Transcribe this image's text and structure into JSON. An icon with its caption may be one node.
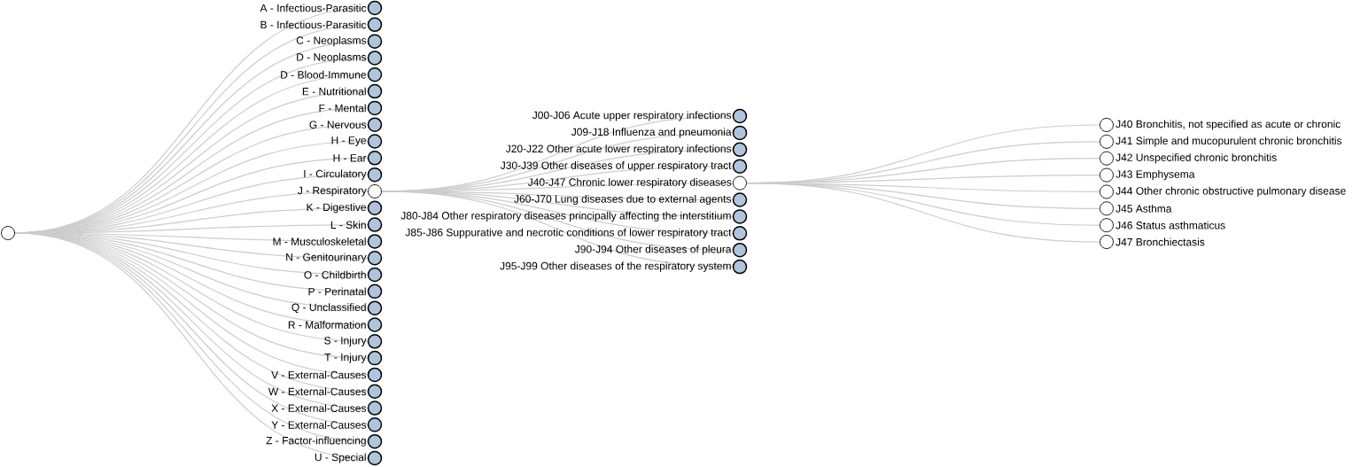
{
  "diagram": {
    "nodes": [
      {
        "text": [],
        "shape": "circle"
      },
      {
        "text": [
          "A - Infectious-Parasitic"
        ]
      },
      {
        "text": [
          "B - Infectious-Parasitic"
        ]
      },
      {
        "text": [
          "C - Neoplasms"
        ]
      },
      {
        "text": [
          "D - Neoplasms"
        ]
      },
      {
        "text": [
          "D - Blood-Immune"
        ]
      },
      {
        "text": [
          "E - Nutritional"
        ]
      },
      {
        "text": [
          "F - Mental"
        ]
      },
      {
        "text": [
          "G - Nervous"
        ]
      },
      {
        "text": [
          "H - Eye"
        ]
      },
      {
        "text": [
          "H - Ear"
        ]
      },
      {
        "text": [
          "I - Circulatory"
        ]
      },
      {
        "text": [
          "J - Respiratory"
        ]
      },
      {
        "text": [
          "K - Digestive"
        ]
      },
      {
        "text": [
          "L - Skin"
        ]
      },
      {
        "text": [
          "M - Musculoskeletal"
        ]
      },
      {
        "text": [
          "N - Genitourinary"
        ]
      },
      {
        "text": [
          "O - Childbirth"
        ]
      },
      {
        "text": [
          "P - Perinatal"
        ]
      },
      {
        "text": [
          "Q - Unclassified"
        ]
      },
      {
        "text": [
          "R - Malformation"
        ]
      },
      {
        "text": [
          "S - Injury"
        ]
      },
      {
        "text": [
          "T - Injury"
        ]
      },
      {
        "text": [
          "V - External-Causes"
        ]
      },
      {
        "text": [
          "W - External-Causes"
        ]
      },
      {
        "text": [
          "X - External-Causes"
        ]
      },
      {
        "text": [
          "Y - External-Causes"
        ]
      },
      {
        "text": [
          "Z - Factor-influencing"
        ]
      },
      {
        "text": [
          "U - Special"
        ]
      },
      {
        "text": [
          "J00-J06 Acute upper respiratory infections"
        ]
      },
      {
        "text": [
          "J09-J18 Influenza and pneumonia"
        ]
      },
      {
        "text": [
          "J20-J22 Other acute lower respiratory infections"
        ]
      },
      {
        "text": [
          "J30-J39 Other diseases of upper respiratory tract"
        ]
      },
      {
        "text": [
          "J40-J47 Chronic lower respiratory diseases"
        ]
      },
      {
        "text": [
          "J60-J70 Lung diseases due to external agents"
        ]
      },
      {
        "text": [
          "J80-J84 Other respiratory diseases principally affecting the interstitium"
        ]
      },
      {
        "text": [
          "J85-J86 Suppurative and necrotic conditions of lower respiratory tract"
        ]
      },
      {
        "text": [
          "J90-J94 Other diseases of pleura"
        ]
      },
      {
        "text": [
          "J95-J99 Other diseases of the respiratory system"
        ]
      },
      {
        "text": [
          "J40 Bronchitis, not specified as acute or chronic"
        ]
      },
      {
        "text": [
          "J41 Simple and mucopurulent chronic bronchitis"
        ]
      },
      {
        "text": [
          "J42 Unspecified chronic bronchitis"
        ]
      },
      {
        "text": [
          "J43 Emphysema"
        ]
      },
      {
        "text": [
          "J44 Other chronic obstructive pulmonary disease"
        ]
      },
      {
        "text": [
          "J45 Asthma"
        ]
      },
      {
        "text": [
          "J46 Status asthmaticus"
        ]
      },
      {
        "text": [
          "J47 Bronchiectasis"
        ]
      }
    ],
    "edges": [
      {
        "from": 0,
        "to": 1,
        "arrow": "none"
      },
      {
        "from": 0,
        "to": 2,
        "arrow": "none"
      },
      {
        "from": 0,
        "to": 3,
        "arrow": "none"
      },
      {
        "from": 0,
        "to": 4,
        "arrow": "none"
      },
      {
        "from": 0,
        "to": 5,
        "arrow": "none"
      },
      {
        "from": 0,
        "to": 6,
        "arrow": "none"
      },
      {
        "from": 0,
        "to": 7,
        "arrow": "none"
      },
      {
        "from": 0,
        "to": 8,
        "arrow": "none"
      },
      {
        "from": 0,
        "to": 9,
        "arrow": "none"
      },
      {
        "from": 0,
        "to": 10,
        "arrow": "none"
      },
      {
        "from": 0,
        "to": 11,
        "arrow": "none"
      },
      {
        "from": 0,
        "to": 12,
        "arrow": "none"
      },
      {
        "from": 0,
        "to": 13,
        "arrow": "none"
      },
      {
        "from": 0,
        "to": 14,
        "arrow": "none"
      },
      {
        "from": 0,
        "to": 15,
        "arrow": "none"
      },
      {
        "from": 0,
        "to": 16,
        "arrow": "none"
      },
      {
        "from": 0,
        "to": 17,
        "arrow": "none"
      },
      {
        "from": 0,
        "to": 18,
        "arrow": "none"
      },
      {
        "from": 0,
        "to": 19,
        "arrow": "none"
      },
      {
        "from": 0,
        "to": 20,
        "arrow": "none"
      },
      {
        "from": 0,
        "to": 21,
        "arrow": "none"
      },
      {
        "from": 0,
        "to": 22,
        "arrow": "none"
      },
      {
        "from": 0,
        "to": 23,
        "arrow": "none"
      },
      {
        "from": 0,
        "to": 24,
        "arrow": "none"
      },
      {
        "from": 0,
        "to": 25,
        "arrow": "none"
      },
      {
        "from": 0,
        "to": 26,
        "arrow": "none"
      },
      {
        "from": 0,
        "to": 27,
        "arrow": "none"
      },
      {
        "from": 0,
        "to": 28,
        "arrow": "none"
      },
      {
        "from": 12,
        "to": 29,
        "arrow": "none"
      },
      {
        "from": 12,
        "to": 30,
        "arrow": "none"
      },
      {
        "from": 12,
        "to": 31,
        "arrow": "none"
      },
      {
        "from": 12,
        "to": 32,
        "arrow": "none"
      },
      {
        "from": 12,
        "to": 33,
        "arrow": "none"
      },
      {
        "from": 12,
        "to": 34,
        "arrow": "none"
      },
      {
        "from": 12,
        "to": 35,
        "arrow": "none"
      },
      {
        "from": 12,
        "to": 36,
        "arrow": "none"
      },
      {
        "from": 12,
        "to": 37,
        "arrow": "none"
      },
      {
        "from": 12,
        "to": 38,
        "arrow": "none"
      },
      {
        "from": 33,
        "to": 39,
        "arrow": "none"
      },
      {
        "from": 33,
        "to": 40,
        "arrow": "none"
      },
      {
        "from": 33,
        "to": 41,
        "arrow": "none"
      },
      {
        "from": 33,
        "to": 42,
        "arrow": "none"
      },
      {
        "from": 33,
        "to": 43,
        "arrow": "none"
      },
      {
        "from": 33,
        "to": 44,
        "arrow": "none"
      },
      {
        "from": 33,
        "to": 45,
        "arrow": "none"
      },
      {
        "from": 33,
        "to": 46,
        "arrow": "none"
      }
    ]
  }
}
